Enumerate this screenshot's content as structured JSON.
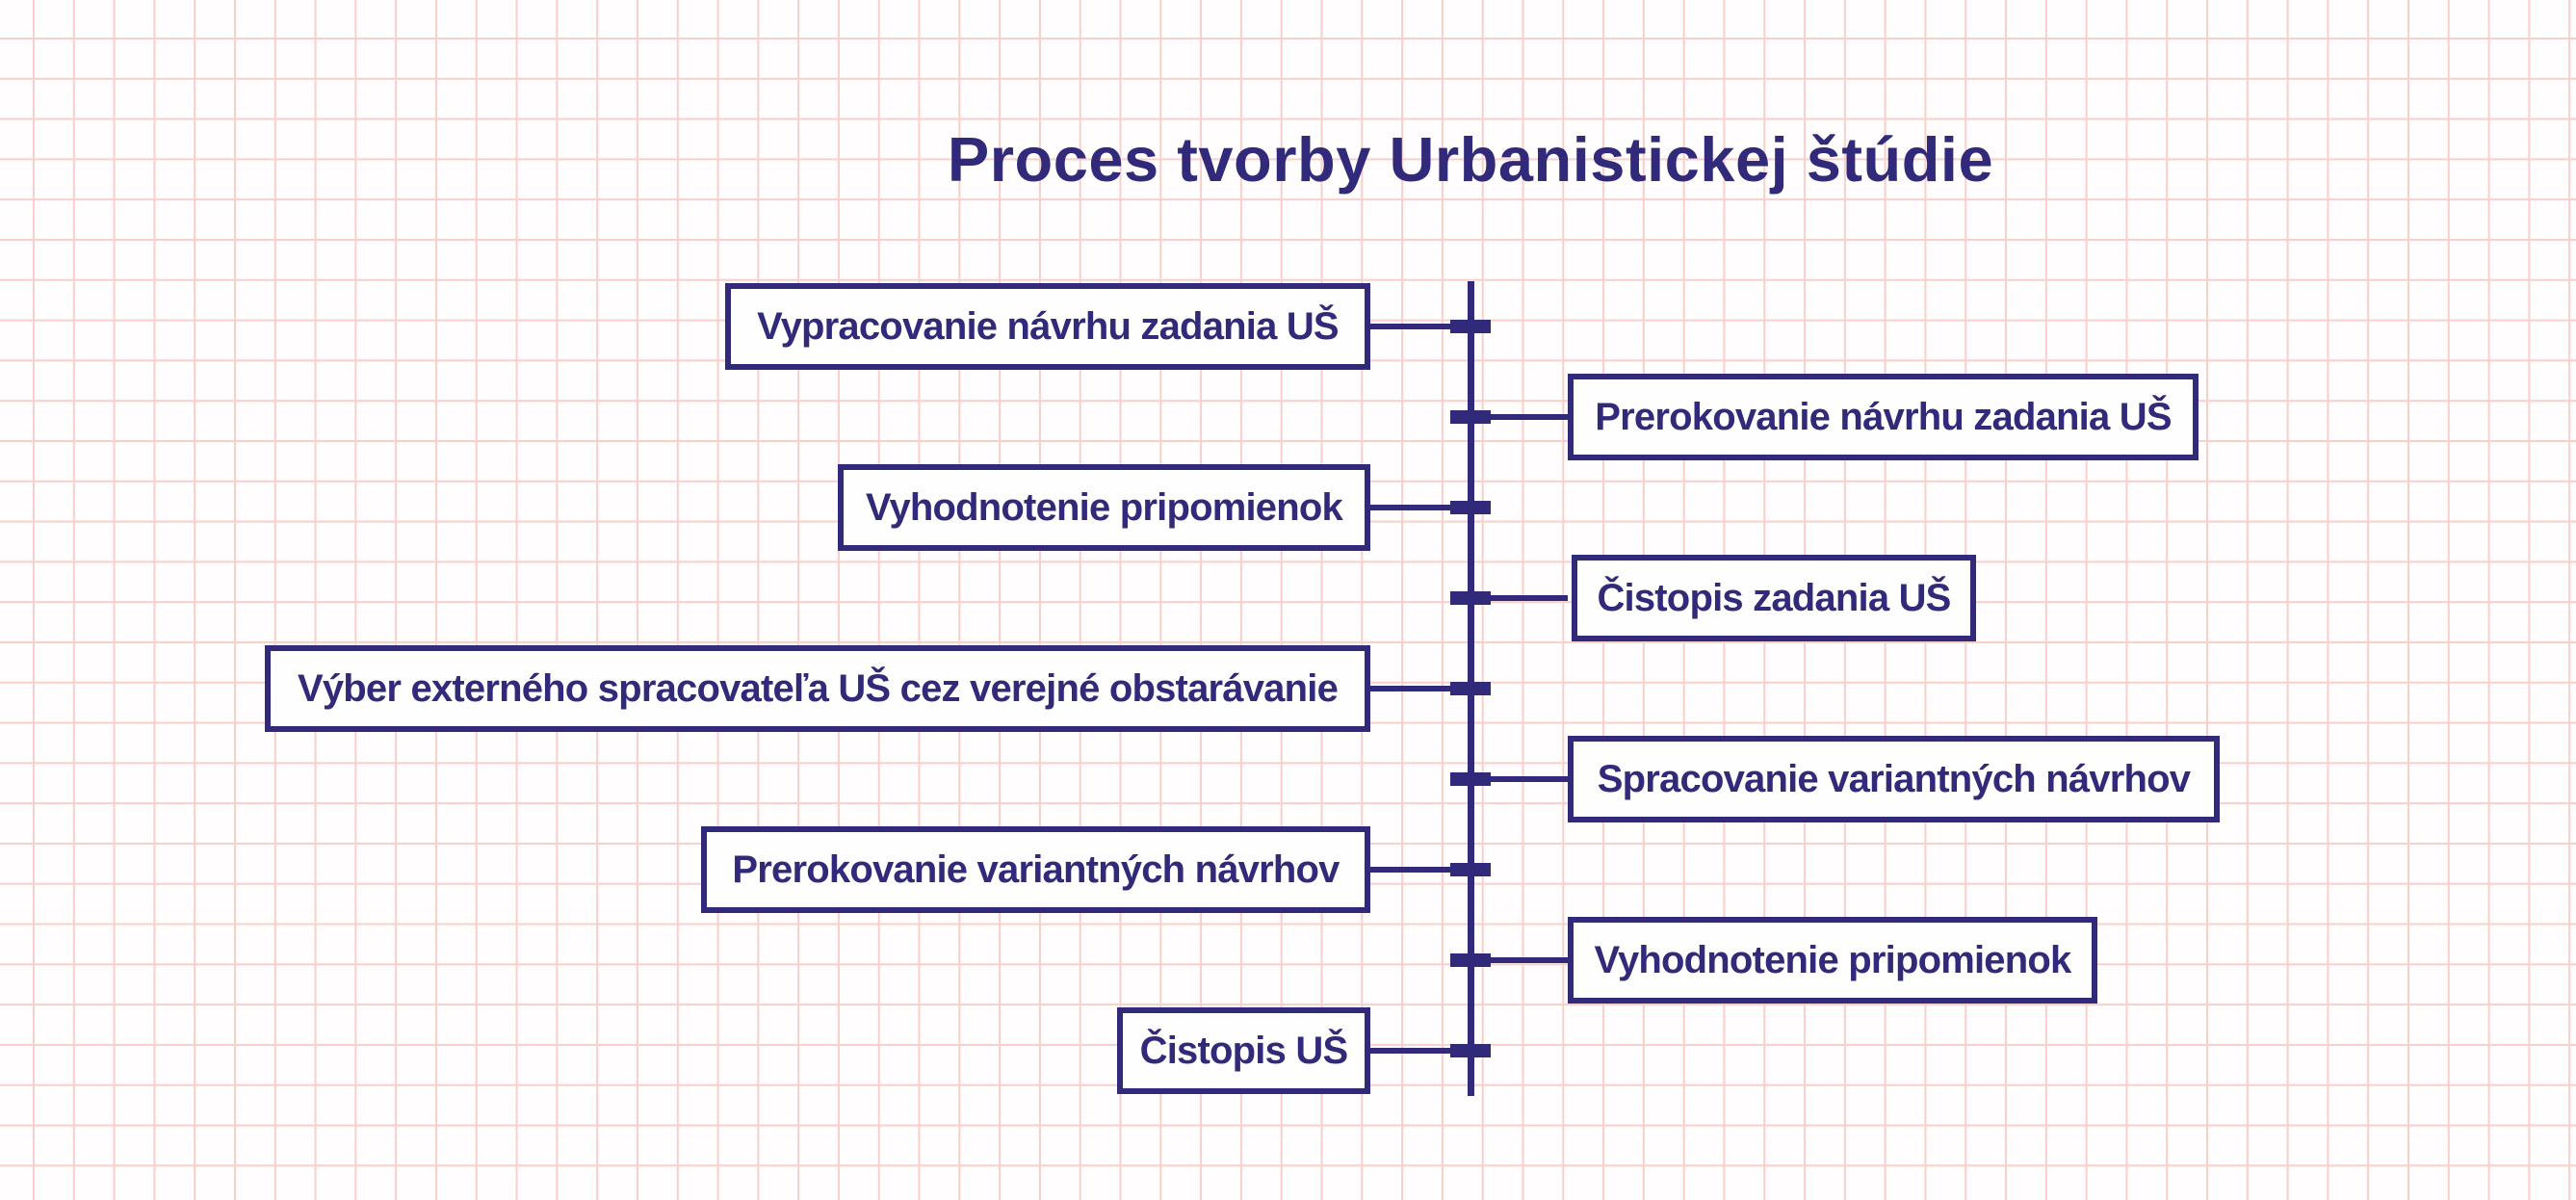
{
  "title": "Proces tvorby Urbanistickej štúdie",
  "steps": [
    {
      "label": "Vypracovanie návrhu zadania UŠ",
      "side": "left"
    },
    {
      "label": "Prerokovanie návrhu zadania UŠ",
      "side": "right"
    },
    {
      "label": "Vyhodnotenie pripomienok",
      "side": "left"
    },
    {
      "label": "Čistopis zadania UŠ",
      "side": "right"
    },
    {
      "label": "Výber externého spracovateľa UŠ cez verejné obstarávanie",
      "side": "left"
    },
    {
      "label": "Spracovanie variantných návrhov",
      "side": "right"
    },
    {
      "label": "Prerokovanie variantných návrhov",
      "side": "left"
    },
    {
      "label": "Vyhodnotenie pripomienok",
      "side": "right"
    },
    {
      "label": "Čistopis UŠ",
      "side": "left"
    }
  ],
  "colors": {
    "ink": "#312a7a",
    "grid_line": "#f8cfc9",
    "paper": "#fffdfd",
    "box_fill": "#fffefe"
  }
}
